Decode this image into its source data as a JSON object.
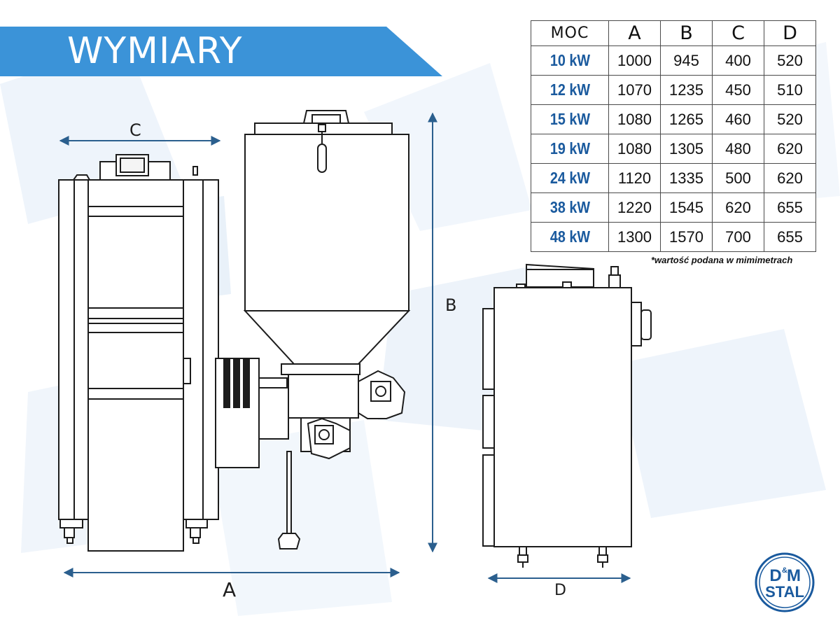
{
  "header": {
    "title": "WYMIARY",
    "accent_color": "#3b93d8"
  },
  "dimensions": {
    "a": "A",
    "b": "B",
    "c": "C",
    "d": "D"
  },
  "table": {
    "headers": [
      "MOC",
      "A",
      "B",
      "C",
      "D"
    ],
    "rows": [
      [
        "10 kW",
        "1000",
        "945",
        "400",
        "520"
      ],
      [
        "12 kW",
        "1070",
        "1235",
        "450",
        "510"
      ],
      [
        "15 kW",
        "1080",
        "1265",
        "460",
        "520"
      ],
      [
        "19 kW",
        "1080",
        "1305",
        "480",
        "620"
      ],
      [
        "24 kW",
        "1120",
        "1335",
        "500",
        "620"
      ],
      [
        "38 kW",
        "1220",
        "1545",
        "620",
        "655"
      ],
      [
        "48 kW",
        "1300",
        "1570",
        "700",
        "655"
      ]
    ]
  },
  "footnote": "*wartość podana w mimimetrach",
  "logo": {
    "line1": "D",
    "amp": "&",
    "line1b": "M",
    "line2": "STAL",
    "color": "#1a5a9e"
  }
}
